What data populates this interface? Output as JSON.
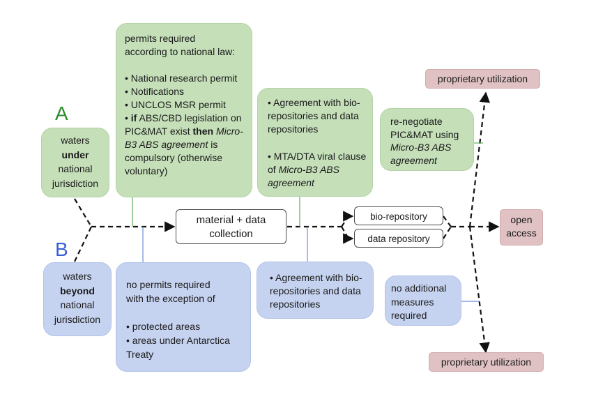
{
  "labels": {
    "a": "A",
    "b": "B"
  },
  "under": {
    "line1": "waters",
    "line2": "under",
    "line3": "national",
    "line4": "jurisdiction"
  },
  "beyond": {
    "line1": "waters",
    "line2": "beyond",
    "line3": "national",
    "line4": "jurisdiction"
  },
  "permits": {
    "line1": "permits required",
    "line2": "according to national law:",
    "items": [
      "• National research permit",
      "• Notifications",
      "• UNCLOS MSR permit"
    ],
    "if_prefix": "• ",
    "if_word": "if",
    "if_text": " ABS/CBD legislation on PIC&MAT exist ",
    "then_word": "then",
    "agreement": "Micro-B3 ABS agreement",
    "tail": " is compulsory (otherwise voluntary)"
  },
  "no_permits": {
    "line1": "no permits required",
    "line2": "with the exception of",
    "items": [
      "• protected areas",
      "• areas under Antarctica Treaty"
    ]
  },
  "collection": {
    "line1": "material + data",
    "line2": "collection"
  },
  "agreement_green": {
    "item1": "• Agreement with bio-repositories and data repositories",
    "item2_prefix": "• MTA/DTA viral clause of ",
    "item2_italic": "Micro-B3 ABS agreement"
  },
  "agreement_blue": {
    "item1": "• Agreement with bio-repositories and data repositories"
  },
  "repos": {
    "bio": "bio-repository",
    "data": "data repository"
  },
  "renegotiate": {
    "text": "re-negotiate PIC&MAT using ",
    "italic": "Micro-B3 ABS agreement"
  },
  "no_additional": {
    "text": "no additional measures required"
  },
  "prop_top": {
    "label": "proprietary utilization"
  },
  "prop_bottom": {
    "label": "proprietary utilization"
  },
  "open_access": {
    "line1": "open",
    "line2": "access"
  },
  "colors": {
    "green_box": "#c5dfb9",
    "blue_box": "#c6d3f0",
    "pink_box": "#e0c2c4",
    "letter_a": "#2e8b2e",
    "letter_b": "#3b5fd6",
    "green_line": "#5fae5f",
    "blue_line": "#6f8fd8"
  }
}
